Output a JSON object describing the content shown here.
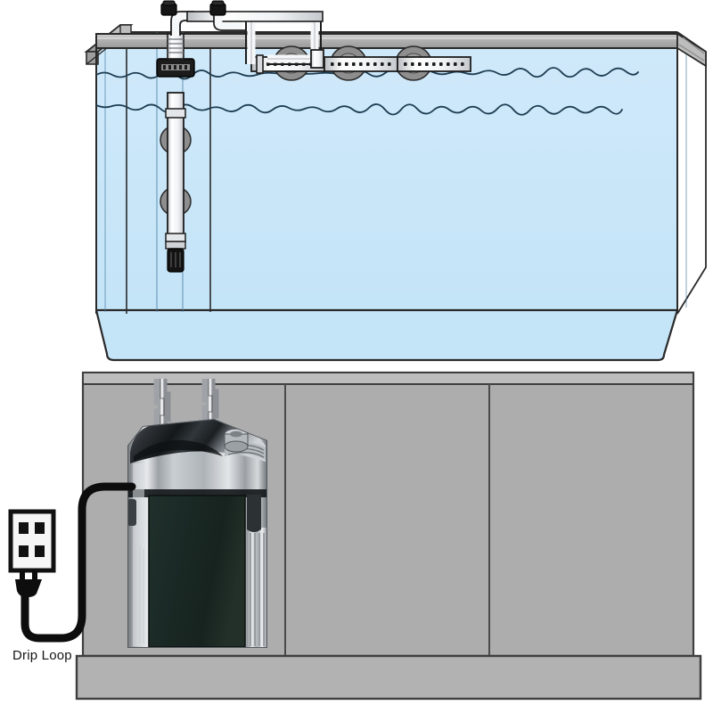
{
  "diagram": {
    "title": "Aquarium canister filter setup with drip loop",
    "annotations": [
      {
        "id": "drip-loop",
        "text": "Drip Loop"
      }
    ]
  },
  "colors": {
    "water": "#c4e4f8",
    "water_light": "#d3ecfb",
    "glass_outline": "#2a2a2a",
    "rim_gray": "#a9a9a9",
    "rim_gray_light": "#c9c9c9",
    "cabinet_gray": "#adadad",
    "cabinet_line": "#4a4a4a",
    "base_gray": "#b2b2b2",
    "suction_cup": "#8e8e8e",
    "pipe_white": "#f4f4f4",
    "pipe_line": "#1d1d1d",
    "cord_black": "#0d0d0d",
    "filter_body": "#c6c9cc",
    "filter_dark": "#1f2b26",
    "filter_metal": "#8d9196",
    "text": "#151515"
  },
  "tank": {
    "name": "aquarium-tank",
    "water_level_label": "water surface",
    "rim_label": "tank rim",
    "bottom_label": "tank bottom"
  },
  "equipment": {
    "spray_bar": {
      "label": "spray bar",
      "segments": 3,
      "holes_per_segment": 10,
      "suction_cups": 3
    },
    "intake": {
      "label": "intake tube with strainer",
      "suction_cups": 2,
      "collar_label": "intake collar"
    },
    "valves": {
      "label": "double tap connectors",
      "count": 2
    },
    "hoses": {
      "label": "filter hoses",
      "count": 2
    },
    "canister_filter": {
      "label": "external canister filter"
    },
    "outlet": {
      "label": "wall outlet",
      "receptacles": 2,
      "slots": 4
    },
    "power_cord": {
      "label": "power cord with drip loop"
    }
  },
  "cabinet": {
    "label": "aquarium stand cabinet",
    "panels": 3,
    "base_label": "stand base plinth"
  }
}
